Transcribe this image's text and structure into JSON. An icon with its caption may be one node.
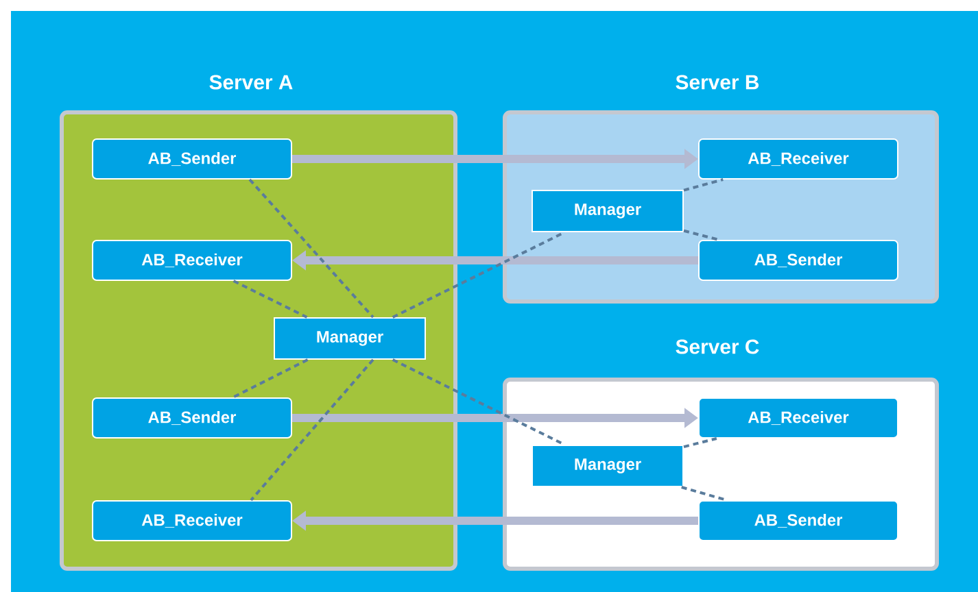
{
  "diagram": {
    "nodes": [
      {
        "text": [
          "Server A"
        ]
      },
      {
        "text": [
          "AB_Sender"
        ],
        "in": 0
      },
      {
        "text": [
          "AB_Receiver"
        ],
        "in": 0
      },
      {
        "text": [
          "Manager"
        ],
        "in": 0
      },
      {
        "text": [
          "AB_Sender"
        ],
        "in": 0
      },
      {
        "text": [
          "AB_Receiver"
        ],
        "in": 0
      },
      {
        "text": [
          "Server B"
        ]
      },
      {
        "text": [
          "AB_Receiver"
        ],
        "in": 6
      },
      {
        "text": [
          "Manager"
        ],
        "in": 6
      },
      {
        "text": [
          "AB_Sender"
        ],
        "in": 6
      },
      {
        "text": [
          "Server C"
        ]
      },
      {
        "text": [
          "AB_Receiver"
        ],
        "in": 10
      },
      {
        "text": [
          "Manager"
        ],
        "in": 10
      },
      {
        "text": [
          "AB_Sender"
        ],
        "in": 10
      }
    ],
    "edges": [
      {
        "from": 1,
        "to": 7,
        "arrow": "to",
        "style": "thick",
        "color": "#b4bad2"
      },
      {
        "from": 9,
        "to": 2,
        "arrow": "to",
        "style": "thick",
        "color": "#b4bad2"
      },
      {
        "from": 4,
        "to": 11,
        "arrow": "to",
        "style": "thick",
        "color": "#b4bad2"
      },
      {
        "from": 13,
        "to": 5,
        "arrow": "to",
        "style": "thick",
        "color": "#b4bad2"
      },
      {
        "from": 1,
        "to": 3,
        "arrow": "none",
        "style": "dashed"
      },
      {
        "from": 2,
        "to": 3,
        "arrow": "none",
        "style": "dashed"
      },
      {
        "from": 3,
        "to": 4,
        "arrow": "none",
        "style": "dashed"
      },
      {
        "from": 3,
        "to": 5,
        "arrow": "none",
        "style": "dashed"
      },
      {
        "from": 3,
        "to": 8,
        "arrow": "none",
        "style": "dashed"
      },
      {
        "from": 3,
        "to": 12,
        "arrow": "none",
        "style": "dashed"
      },
      {
        "from": 8,
        "to": 7,
        "arrow": "none",
        "style": "dashed"
      },
      {
        "from": 8,
        "to": 9,
        "arrow": "none",
        "style": "dashed"
      },
      {
        "from": 12,
        "to": 11,
        "arrow": "none",
        "style": "dashed"
      },
      {
        "from": 12,
        "to": 13,
        "arrow": "none",
        "style": "dashed"
      }
    ]
  }
}
